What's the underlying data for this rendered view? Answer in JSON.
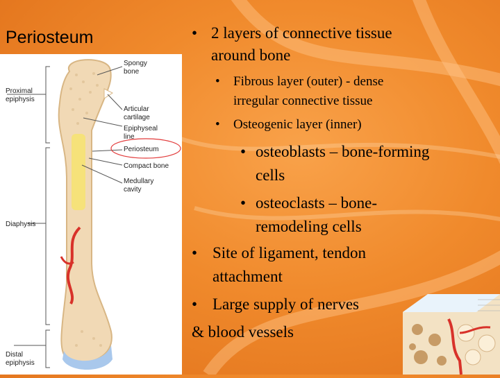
{
  "slide": {
    "title": "Periosteum",
    "bullets": [
      {
        "line1": "2 layers of connective tissue",
        "line2": "around bone"
      },
      {
        "line1": "Fibrous layer (outer) - dense",
        "line2": "irregular connective tissue"
      },
      {
        "line1": "Osteogenic layer (inner)"
      },
      {
        "line1": "osteoblasts – bone-forming",
        "line2": "cells"
      },
      {
        "line1": "osteoclasts – bone-",
        "line2": "remodeling cells"
      },
      {
        "line1": "Site of ligament, tendon",
        "line2": "attachment"
      },
      {
        "line1": "Large supply of nerves",
        "line2": "& blood vessels"
      }
    ],
    "bullet_symbol": "•"
  },
  "diagram": {
    "labels": {
      "proximal_epiphysis": [
        "Proximal",
        "epiphysis"
      ],
      "spongy_bone": [
        "Spongy",
        "bone"
      ],
      "articular_cartilage": [
        "Articular",
        "cartilage"
      ],
      "epiphyseal_line": [
        "Epiphyseal",
        "line"
      ],
      "periosteum": "Periosteum",
      "compact_bone": "Compact bone",
      "medullary_cavity": [
        "Medullary",
        "cavity"
      ],
      "diaphysis": "Diaphysis",
      "distal_epiphysis": [
        "Distal",
        "epiphysis"
      ]
    },
    "colors": {
      "bone": "#f1d9b5",
      "bone_edge": "#d8b684",
      "marrow": "#f6e27a",
      "vessel": "#d8322a",
      "cartilage": "#a9c8ec",
      "highlight_ring": "#e23a3a"
    }
  }
}
